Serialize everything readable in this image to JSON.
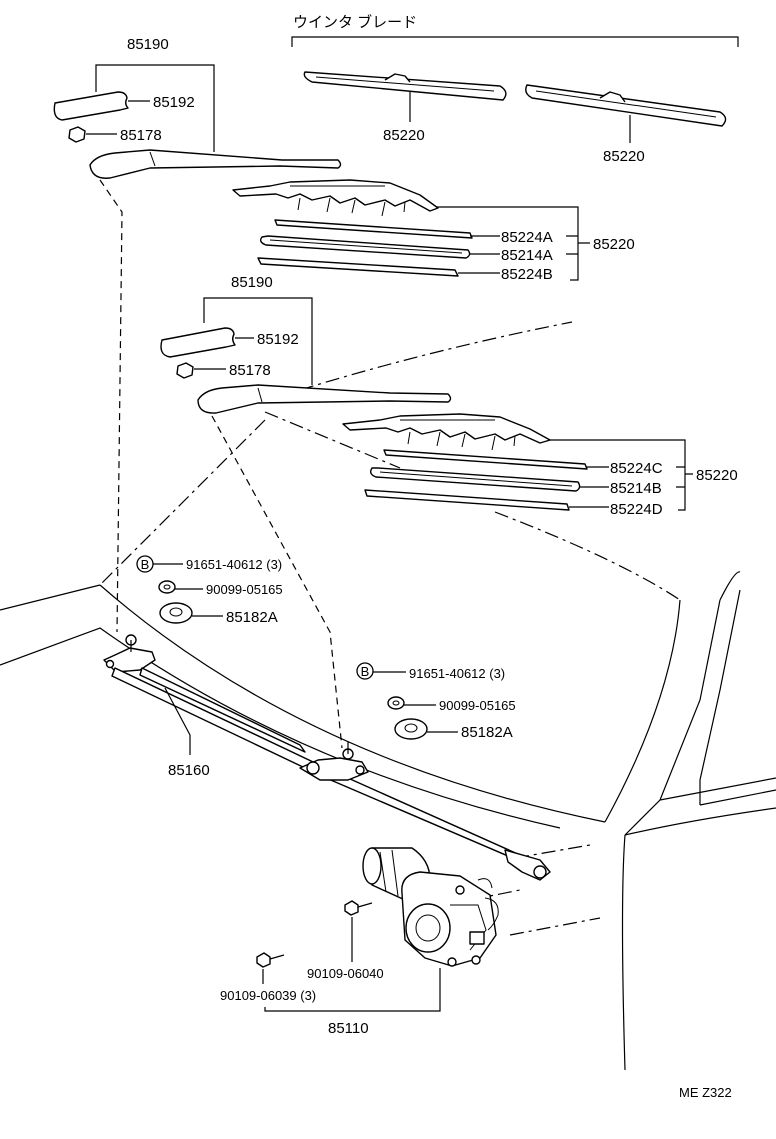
{
  "header": {
    "winter_blade_label": "ウインタ ブレード"
  },
  "parts": {
    "arm_upper": "85190",
    "cap_upper": "85192",
    "nut_upper": "85178",
    "winter_blade_left": "85220",
    "winter_blade_right": "85220",
    "blade_upper_assy": "85220",
    "rubber_upper_a1": "85224A",
    "rubber_upper_a2": "85214A",
    "rubber_upper_b": "85224B",
    "arm_lower": "85190",
    "cap_lower": "85192",
    "nut_lower": "85178",
    "blade_lower_assy": "85220",
    "rubber_lower_c": "85224C",
    "rubber_lower_b": "85214B",
    "rubber_lower_d": "85224D",
    "bolt_left": "91651-40612 (3)",
    "washer_left": "90099-05165",
    "cushion_left": "85182A",
    "link_assy": "85160",
    "bolt_right": "91651-40612 (3)",
    "washer_right": "90099-05165",
    "cushion_right": "85182A",
    "motor_bolt_a": "90109-06040",
    "motor_bolt_b": "90109-06039 (3)",
    "motor_assy": "85110"
  },
  "bolt_marker": "B",
  "footer": {
    "code": "ME Z322"
  }
}
